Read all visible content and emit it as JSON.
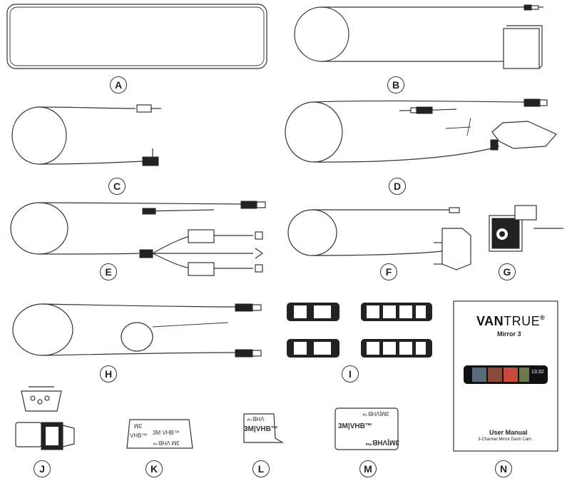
{
  "labels": {
    "A": "A",
    "B": "B",
    "C": "C",
    "D": "D",
    "E": "E",
    "F": "F",
    "G": "G",
    "H": "H",
    "I": "I",
    "J": "J",
    "K": "K",
    "L": "L",
    "M": "M",
    "N": "N"
  },
  "manual": {
    "brand_bold": "VAN",
    "brand_light": "TRUE",
    "registered": "®",
    "model": "Mirror 3",
    "title": "User Manual",
    "subtitle": "3-Channel Mirror Dash Cam",
    "screen_time": "13:32"
  },
  "tape": {
    "k_line1": "3M",
    "k_line2": "3M VHB™",
    "k_line3": "VHB™",
    "k_line4": "3M VHB™",
    "l_line1": "3M|VHB™",
    "l_line2": "VHB™",
    "m_line1": "3M|VHB™",
    "m_line2": "3M|VHB™",
    "m_line3": "3M|VHB™"
  }
}
